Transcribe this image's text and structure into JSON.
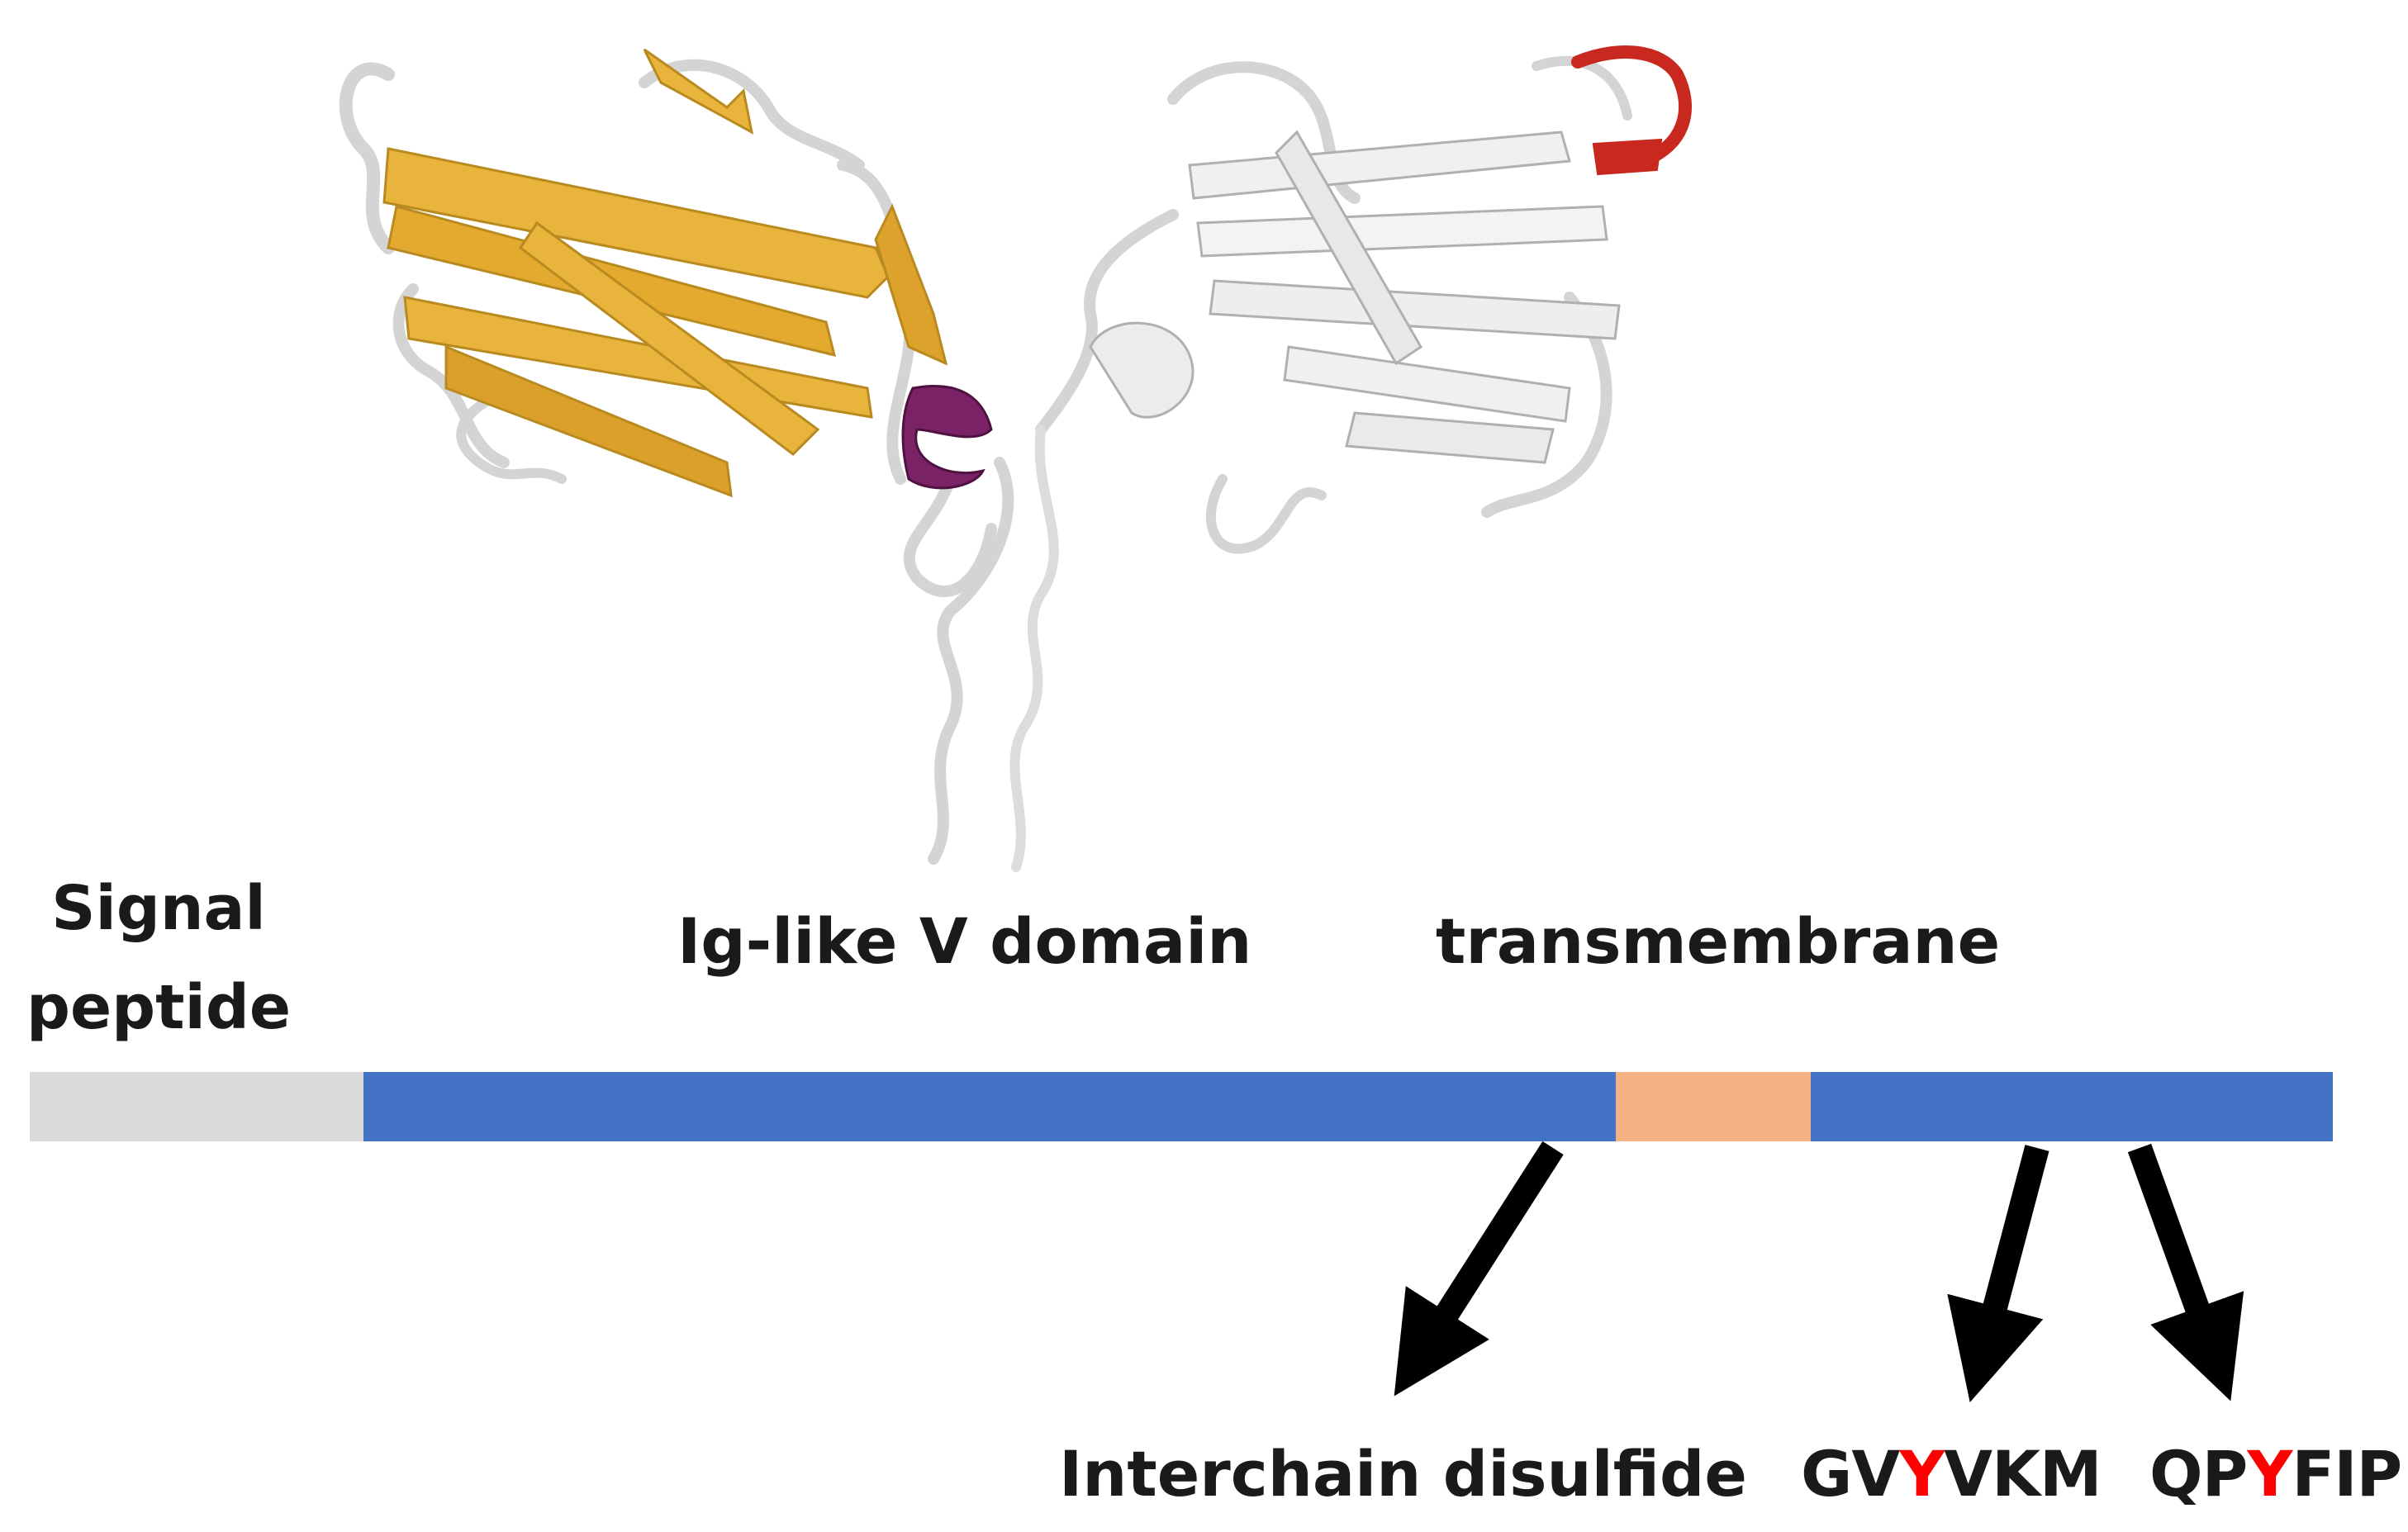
{
  "labels": {
    "signal_line1": "Signal",
    "signal_line2": "peptide",
    "ig_domain": "Ig-like V domain",
    "transmembrane": "transmembrane",
    "disulfide": "Interchain disulfide"
  },
  "motifs": [
    {
      "pre": "GV",
      "key": "Y",
      "post": "VKM"
    },
    {
      "pre": "QP",
      "key": "Y",
      "post": "FIP"
    }
  ],
  "segments": [
    {
      "name": "signal-peptide",
      "color": "#d9d9d9"
    },
    {
      "name": "ig-like-v-domain",
      "color": "#4472c4"
    },
    {
      "name": "transmembrane",
      "color": "#f4b183"
    },
    {
      "name": "cytoplasmic",
      "color": "#4472c4"
    }
  ],
  "colors": {
    "strand_gold": "#e9b43b",
    "strand_white": "#f0f0f0",
    "helix_purple": "#7b2266",
    "loop_red": "#c8281e",
    "highlight": "#ff0000",
    "arrow": "#000000"
  },
  "structure_image": "protein-dimer-ribbon"
}
